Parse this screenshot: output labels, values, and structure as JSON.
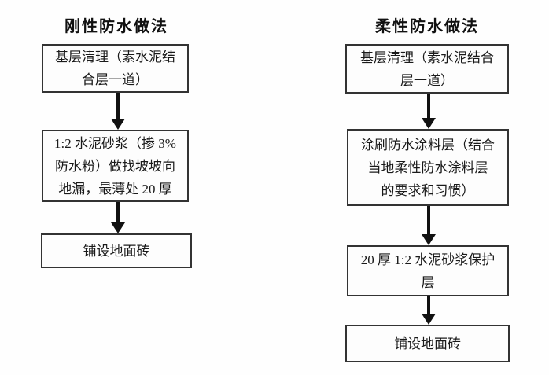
{
  "diagram": {
    "colors": {
      "background": "#fefefe",
      "box_border": "#333333",
      "text": "#1a1a1a",
      "arrow": "#111111"
    },
    "left": {
      "title": "刚性防水做法",
      "steps": [
        {
          "text": "基层清理（素水泥结\n合层一道）"
        },
        {
          "text": "1:2 水泥砂浆（掺 3%\n防水粉）做找坡坡向\n地漏，最薄处 20 厚"
        },
        {
          "text": "铺设地面砖"
        }
      ]
    },
    "right": {
      "title": "柔性防水做法",
      "steps": [
        {
          "text": "基层清理（素水泥结合\n层一道）"
        },
        {
          "text": "涂刷防水涂料层（结合\n当地柔性防水涂料层\n的要求和习惯）"
        },
        {
          "text": "20 厚 1:2 水泥砂浆保护\n层"
        },
        {
          "text": "铺设地面砖"
        }
      ]
    }
  }
}
